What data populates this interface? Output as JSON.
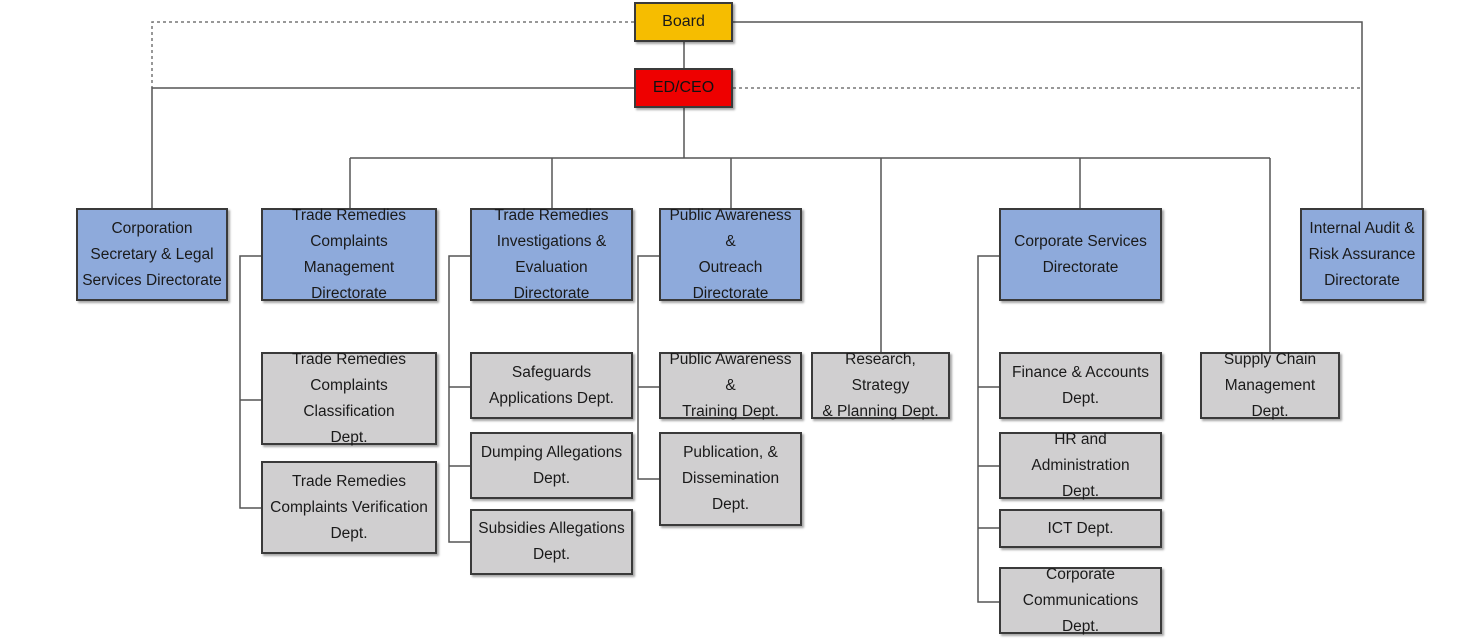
{
  "board": "Board",
  "ceo": "ED/CEO",
  "directorates": {
    "corp_secretary": "Corporation\nSecretary & Legal\nServices Directorate",
    "complaints_mgmt": "Trade Remedies\nComplaints Management\nDirectorate",
    "investigations": "Trade Remedies\nInvestigations &\nEvaluation Directorate",
    "public_awareness": "Public Awareness &\nOutreach\nDirectorate",
    "corporate_services": "Corporate Services\nDirectorate",
    "internal_audit": "Internal Audit &\nRisk Assurance\nDirectorate"
  },
  "departments": {
    "classification": "Trade Remedies\nComplaints Classification\nDept.",
    "verification": "Trade Remedies\nComplaints Verification\nDept.",
    "safeguards": "Safeguards\nApplications Dept.",
    "dumping": "Dumping Allegations\nDept.",
    "subsidies": "Subsidies Allegations\nDept.",
    "pa_training": "Public Awareness &\nTraining Dept.",
    "publication": "Publication, &\nDissemination\nDept.",
    "research": "Research, Strategy\n& Planning Dept.",
    "finance": "Finance & Accounts\nDept.",
    "hr": "HR and Administration\nDept.",
    "ict": "ICT Dept.",
    "communications": "Corporate\nCommunications Dept.",
    "supply_chain": "Supply Chain\nManagement Dept."
  },
  "colors": {
    "board": "#f6bd00",
    "ceo": "#ee0000",
    "directorate": "#8eaadb",
    "department": "#d0cfd0"
  }
}
